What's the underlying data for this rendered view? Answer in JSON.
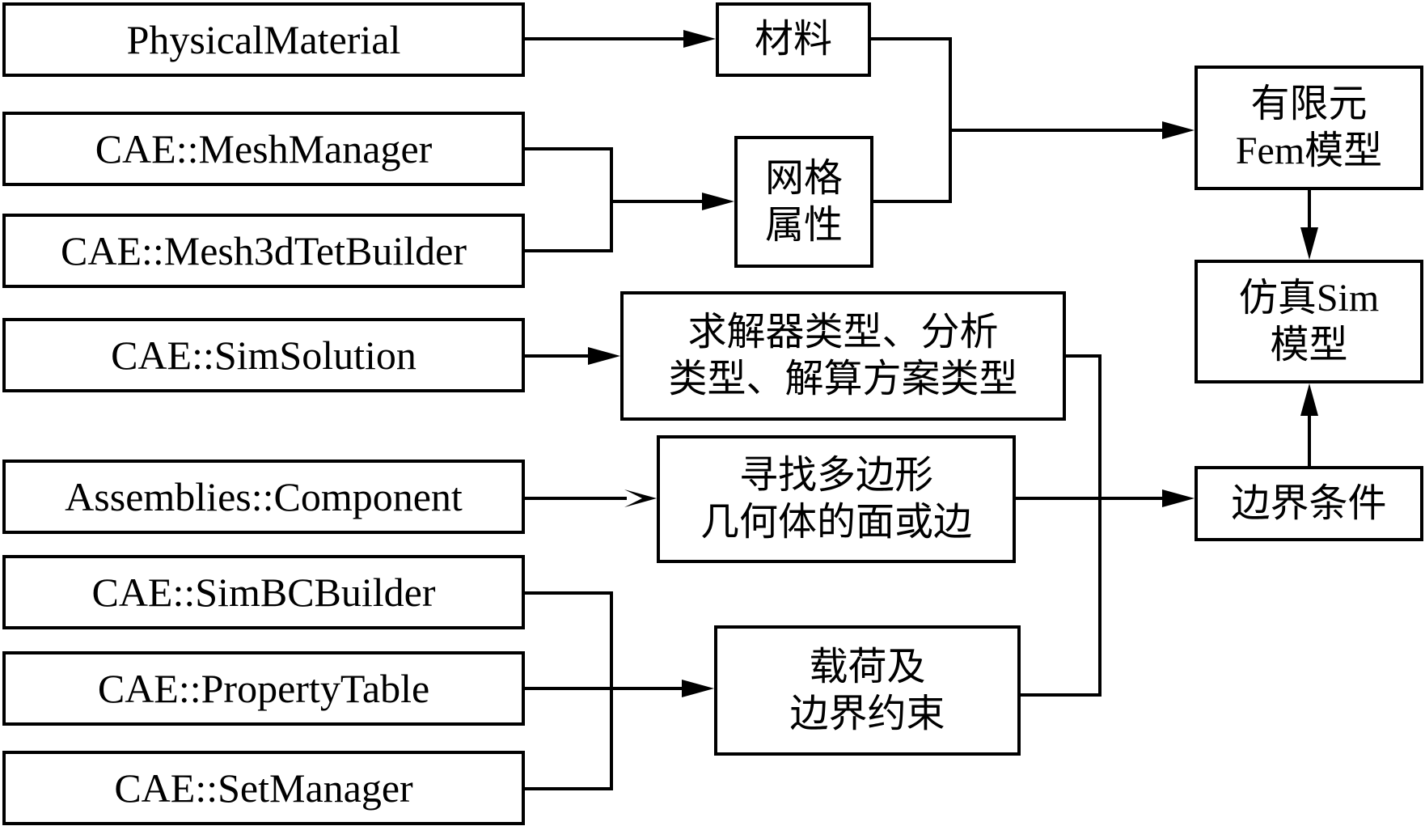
{
  "sources": {
    "physical_material": "PhysicalMaterial",
    "mesh_manager": "CAE::MeshManager",
    "mesh3d_tet_builder": "CAE::Mesh3dTetBuilder",
    "sim_solution": "CAE::SimSolution",
    "assemblies_component": "Assemblies::Component",
    "sim_bc_builder": "CAE::SimBCBuilder",
    "property_table": "CAE::PropertyTable",
    "set_manager": "CAE::SetManager"
  },
  "intermediates": {
    "material": "材料",
    "mesh_property": "网格\n属性",
    "solver_types": "求解器类型、分析\n类型、解算方案类型",
    "find_faces_edges": "寻找多边形\n几何体的面或边",
    "loads_constraints": "载荷及\n边界约束"
  },
  "outputs": {
    "fem_model": "有限元\nFem模型",
    "sim_model": "仿真Sim\n模型",
    "boundary_conditions": "边界条件"
  },
  "colors": {
    "line": "#000000",
    "background": "#ffffff"
  }
}
